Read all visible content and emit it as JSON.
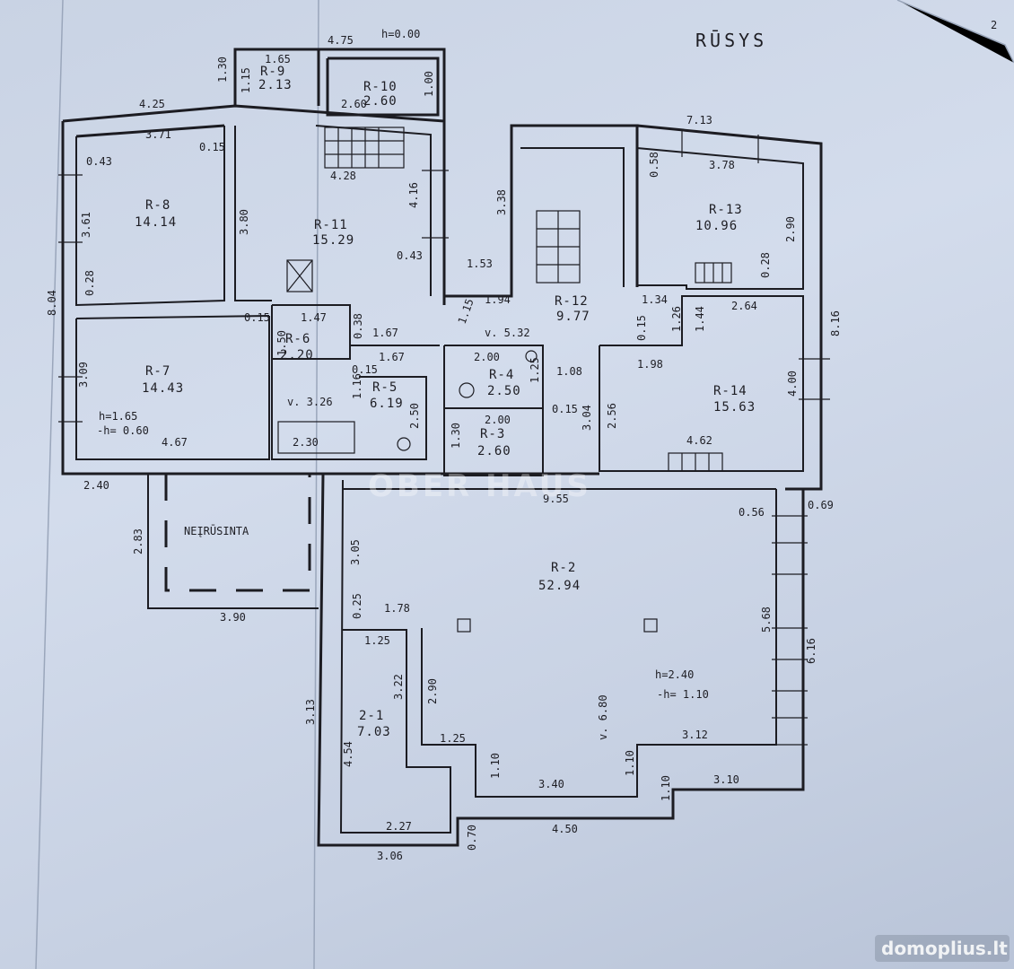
{
  "sheet": {
    "title": "RŪSYS",
    "page_number": "2",
    "level": "h=0.00"
  },
  "rooms": [
    {
      "id": "R-1",
      "label": "2-1",
      "area": "7.03"
    },
    {
      "id": "R-2",
      "label": "R-2",
      "area": "52.94",
      "height_note": "h=2.40",
      "height_note2": "-h= 1.10"
    },
    {
      "id": "R-3",
      "label": "R-3",
      "area": "2.60"
    },
    {
      "id": "R-4",
      "label": "R-4",
      "area": "2.50"
    },
    {
      "id": "R-5",
      "label": "R-5",
      "area": "6.19"
    },
    {
      "id": "R-6",
      "label": "R-6",
      "area": "2.20"
    },
    {
      "id": "R-7",
      "label": "R-7",
      "area": "14.43",
      "height_note": "h=1.65",
      "height_note2": "-h= 0.60"
    },
    {
      "id": "R-8",
      "label": "R-8",
      "area": "14.14"
    },
    {
      "id": "R-9",
      "label": "R-9",
      "area": "2.13"
    },
    {
      "id": "R-10",
      "label": "R-10",
      "area": "2.60"
    },
    {
      "id": "R-11",
      "label": "R-11",
      "area": "15.29"
    },
    {
      "id": "R-12",
      "label": "R-12",
      "area": "9.77"
    },
    {
      "id": "R-13",
      "label": "R-13",
      "area": "10.96"
    },
    {
      "id": "R-14",
      "label": "R-14",
      "area": "15.63"
    }
  ],
  "unfinished_label": "NEĮRŪSINTA",
  "dimensions": [
    "4.75",
    "1.65",
    "1.30",
    "1.15",
    "1.00",
    "2.60",
    "4.25",
    "3.71",
    "0.15",
    "0.43",
    "3.61",
    "0.28",
    "3.80",
    "4.28",
    "4.16",
    "0.43",
    "3.38",
    "1.53",
    "7.13",
    "3.78",
    "0.58",
    "2.90",
    "0.28",
    "8.04",
    "1.47",
    "0.15",
    "0.38",
    "1.67",
    "1.67",
    "1.50",
    "0.15",
    "1.16",
    "v. 3.26",
    "2.50",
    "2.30",
    "3.09",
    "4.67",
    "1.94",
    "1.15",
    "v. 5.32",
    "2.00",
    "1.25",
    "1.08",
    "2.00",
    "0.15",
    "1.30",
    "3.04",
    "1.34",
    "1.26",
    "1.44",
    "0.15",
    "2.64",
    "1.98",
    "8.16",
    "2.56",
    "4.00",
    "4.62",
    "9.55",
    "0.56",
    "0.69",
    "2.40",
    "2.83",
    "3.05",
    "3.90",
    "0.25",
    "1.78",
    "1.25",
    "3.22",
    "2.90",
    "5.68",
    "6.16",
    "3.13",
    "4.54",
    "1.25",
    "v. 6.80",
    "3.12",
    "1.10",
    "3.40",
    "1.10",
    "1.10",
    "3.10",
    "2.27",
    "0.70",
    "4.50",
    "3.06"
  ],
  "watermarks": {
    "agency": "OBER HAUS",
    "site": "domoplius.lt"
  }
}
